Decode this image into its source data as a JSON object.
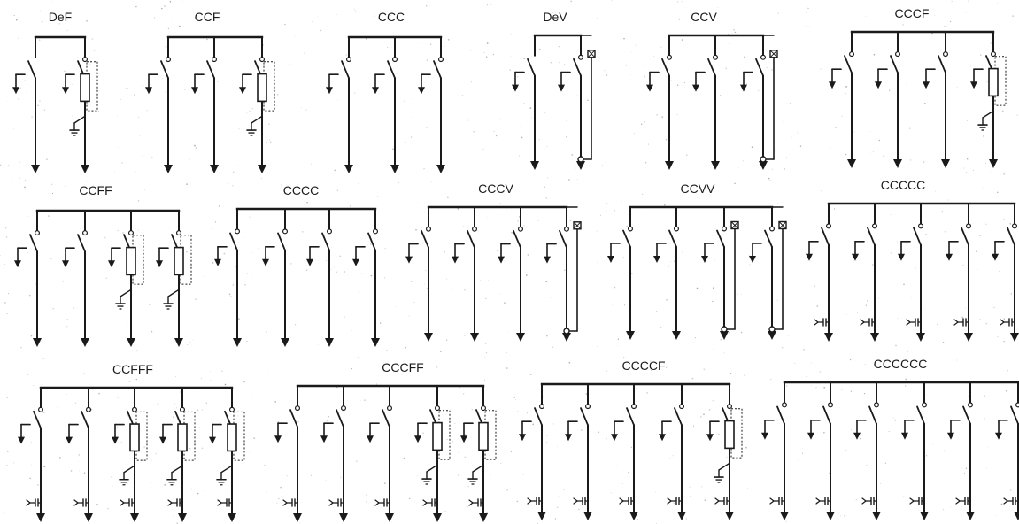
{
  "colors": {
    "ink": "#1a1a1a",
    "speck": "#9a9a9a",
    "background": "#ffffff"
  },
  "configs": [
    {
      "label": "DeF",
      "types": [
        "De",
        "F"
      ]
    },
    {
      "label": "CCF",
      "types": [
        "C",
        "C",
        "F"
      ]
    },
    {
      "label": "CCC",
      "types": [
        "C",
        "C",
        "C"
      ]
    },
    {
      "label": "DeV",
      "types": [
        "De",
        "V"
      ]
    },
    {
      "label": "CCV",
      "types": [
        "C",
        "C",
        "V"
      ]
    },
    {
      "label": "CCCF",
      "types": [
        "C",
        "C",
        "C",
        "F"
      ]
    },
    {
      "label": "CCFF",
      "types": [
        "C",
        "C",
        "F",
        "F"
      ]
    },
    {
      "label": "CCCC",
      "types": [
        "C",
        "C",
        "C",
        "C"
      ]
    },
    {
      "label": "CCCV",
      "types": [
        "C",
        "C",
        "C",
        "V"
      ]
    },
    {
      "label": "CCVV",
      "types": [
        "C",
        "C",
        "V",
        "V"
      ]
    },
    {
      "label": "CCCCC",
      "types": [
        "C",
        "C",
        "C",
        "C",
        "C"
      ],
      "capacitors": true
    },
    {
      "label": "CCFFF",
      "types": [
        "C",
        "C",
        "F",
        "F",
        "F"
      ],
      "capacitors": true
    },
    {
      "label": "CCCFF",
      "types": [
        "C",
        "C",
        "C",
        "F",
        "F"
      ],
      "capacitors": true
    },
    {
      "label": "CCCCF",
      "types": [
        "C",
        "C",
        "C",
        "C",
        "F"
      ],
      "capacitors": true
    },
    {
      "label": "CCCCCC",
      "types": [
        "C",
        "C",
        "C",
        "C",
        "C",
        "C"
      ],
      "capacitors": true
    }
  ]
}
